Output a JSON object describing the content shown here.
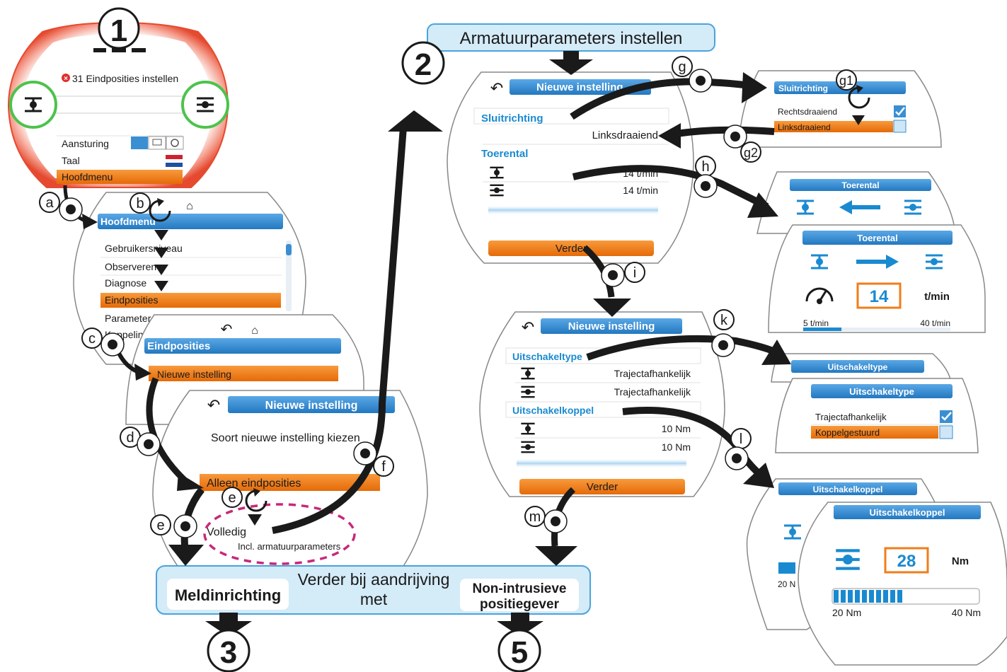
{
  "steps": {
    "s1": "1",
    "s2": "2",
    "s3": "3",
    "s5": "5"
  },
  "banner_top": "Armatuurparameters instellen",
  "banner_bottom": {
    "left": "Meldinrichting",
    "center_line1": "Verder bij aandrijving",
    "center_line2": "met",
    "right_line1": "Non-intrusieve",
    "right_line2": "positiegever"
  },
  "labels": {
    "a": "a",
    "b": "b",
    "c": "c",
    "d": "d",
    "e": "e",
    "f": "f",
    "g": "g",
    "g1": "g1",
    "g2": "g2",
    "h": "h",
    "i": "i",
    "k": "k",
    "l": "l",
    "m": "m"
  },
  "screen1": {
    "error": "31 Eindposities instellen",
    "rows": [
      "Aansturing",
      "Taal",
      "Hoofdmenu"
    ]
  },
  "menu_main": {
    "title": "Hoofdmenu",
    "items": [
      "Gebruikersniveau",
      "Observeren",
      "Diagnose",
      "Eindposities",
      "Parameter",
      "Koppeling"
    ]
  },
  "menu_end": {
    "title": "Eindposities",
    "item": "Nieuwe instelling"
  },
  "menu_new": {
    "title": "Nieuwe instelling",
    "prompt": "Soort nieuwe instelling kiezen",
    "opt1": "Alleen eindposities",
    "opt2": "Volledig",
    "opt2_sub": "Incl. armatuurparameters"
  },
  "screen_param1": {
    "title": "Nieuwe instelling",
    "sec1": "Sluitrichting",
    "sec1_val": "Linksdraaiend",
    "sec2": "Toerental",
    "speed_close": "14 t/min",
    "speed_open": "14 t/min",
    "btn": "Verder"
  },
  "screen_sluit": {
    "title": "Sluitrichting",
    "opt1": "Rechtsdraaiend",
    "opt2": "Linksdraaiend"
  },
  "screen_toer": {
    "title": "Toerental",
    "value": "14",
    "unit": "t/min",
    "min": "5 t/min",
    "max": "40 t/min",
    "level": 0.26
  },
  "screen_param2": {
    "title": "Nieuwe instelling",
    "sec1": "Uitschakeltype",
    "type_close": "Trajectafhankelijk",
    "type_open": "Trajectafhankelijk",
    "sec2": "Uitschakelkoppel",
    "torque_close": "10 Nm",
    "torque_open": "10 Nm",
    "btn": "Verder"
  },
  "screen_uitsch": {
    "title": "Uitschakeltype",
    "opt1": "Trajectafhankelijk",
    "opt2": "Koppelgestuurd"
  },
  "screen_koppel": {
    "title": "Uitschakelkoppel",
    "value": "28",
    "unit": "Nm",
    "min": "20 Nm",
    "max": "40 Nm",
    "back_min": "20 N",
    "level": 0.45
  },
  "colors": {
    "orange": "#f07d1a",
    "blue": "#3a8fd2",
    "section_blue": "#1a8ad0",
    "banner_fill": "#d4ebf8",
    "banner_stroke": "#4aa3dc",
    "error_red": "#e03030",
    "green": "#4cc34c",
    "magenta": "#c8287a",
    "dark": "#1a1a1a"
  }
}
